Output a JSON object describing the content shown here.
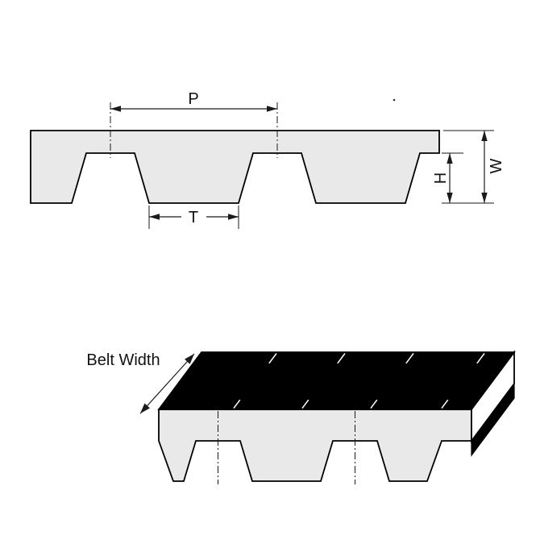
{
  "labels": {
    "pitch": "P",
    "tooth_width": "T",
    "tooth_height": "H",
    "belt_thickness": "W",
    "belt_width": "Belt Width"
  },
  "colors": {
    "background": "#ffffff",
    "belt_fill": "#e9e9e9",
    "top_face": "#000000",
    "outline": "#000000",
    "end_face": "#ffffff"
  }
}
